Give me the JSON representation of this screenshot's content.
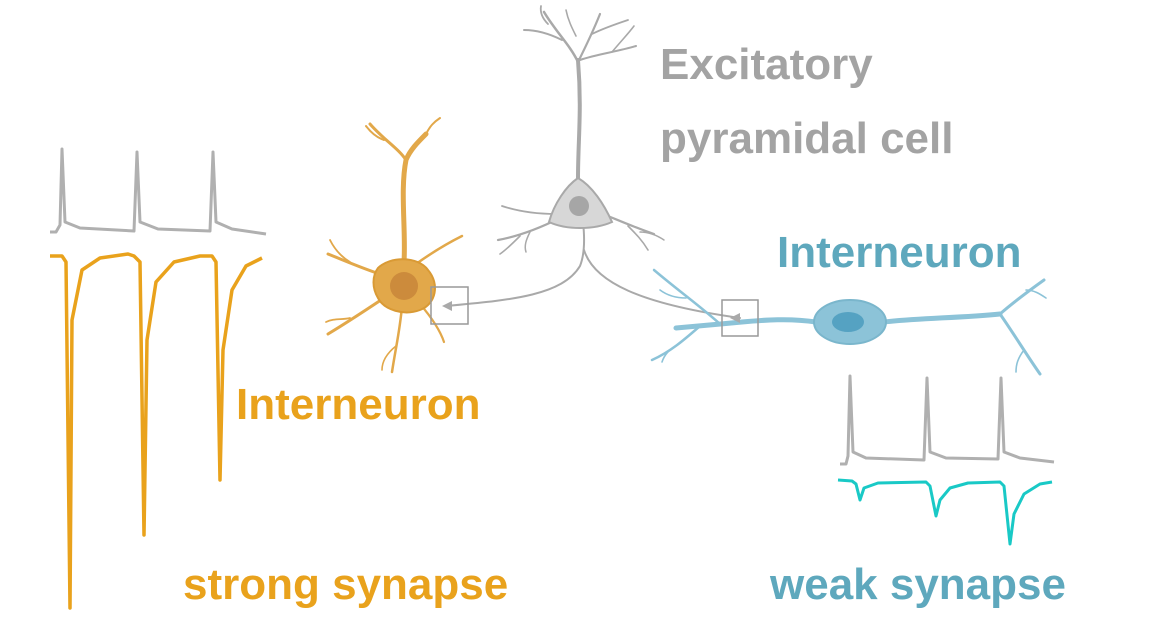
{
  "labels": {
    "pyramidal_line1": "Excitatory",
    "pyramidal_line2": "pyramidal cell",
    "interneuron_left": "Interneuron",
    "interneuron_right": "Interneuron",
    "strong": "strong synapse",
    "weak": "weak synapse"
  },
  "colors": {
    "pyramidal": "#a3a3a3",
    "pyramidal_soma": "#d7d7d7",
    "orange": "#e9a21c",
    "orange_cell": "#e2a84a",
    "blue_cell": "#8cc3d8",
    "blue_text": "#5ea8bd",
    "teal_trace": "#19c9c6",
    "trace_gray": "#b0b0b0"
  }
}
